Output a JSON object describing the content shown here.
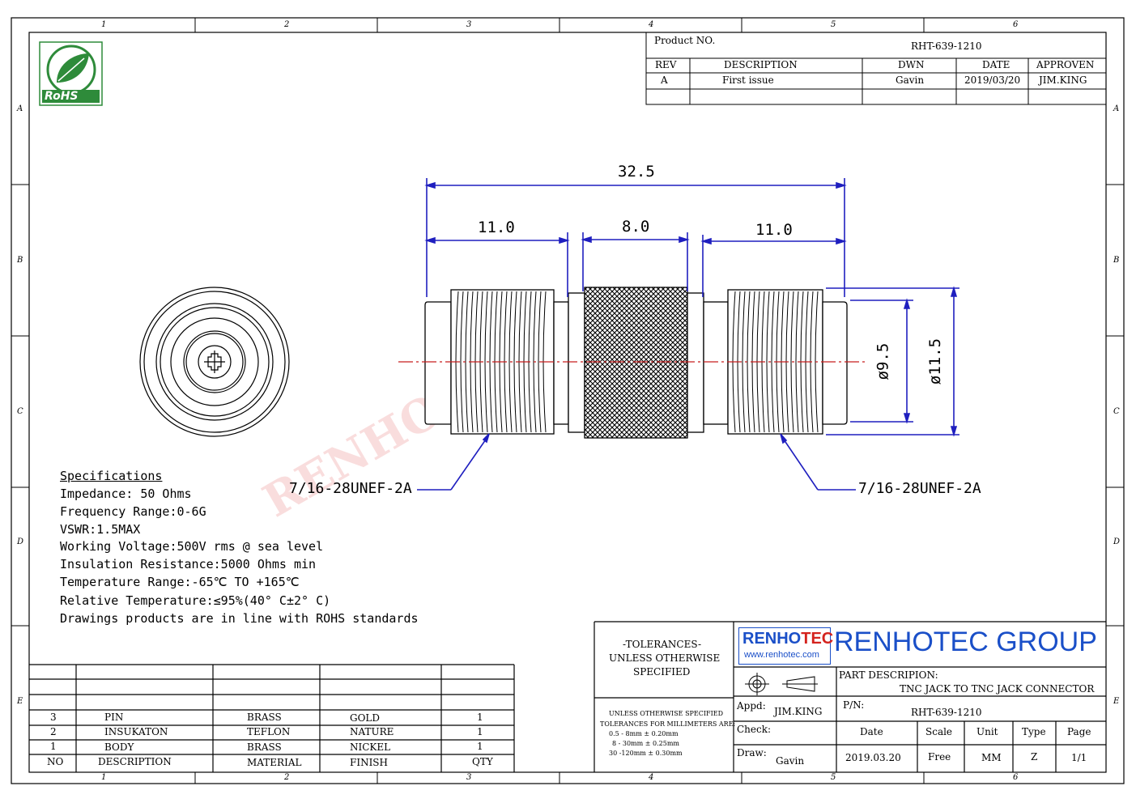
{
  "zones": {
    "top": [
      "1",
      "2",
      "3",
      "4",
      "5",
      "6"
    ],
    "bottom": [
      "1",
      "2",
      "3",
      "4",
      "5",
      "6"
    ],
    "left": [
      "A",
      "B",
      "C",
      "D",
      "E"
    ],
    "right": [
      "A",
      "B",
      "C",
      "D",
      "E"
    ]
  },
  "logo": {
    "text": "RoHS"
  },
  "watermark": "RENHOTEC",
  "header": {
    "product_no_label": "Product NO.",
    "product_no": "RHT-639-1210",
    "columns": [
      "REV",
      "DESCRIPTION",
      "DWN",
      "DATE",
      "APPROVEN"
    ],
    "row": [
      "A",
      "First issue",
      "Gavin",
      "2019/03/20",
      "JIM.KING"
    ]
  },
  "dimensions": {
    "overall": "32.5",
    "left_section": "11.0",
    "middle_section": "8.0",
    "right_section": "11.0",
    "inner_dia": "ø9.5",
    "outer_dia": "ø11.5",
    "thread_left": "7/16-28UNEF-2A",
    "thread_right": "7/16-28UNEF-2A"
  },
  "specifications": {
    "title": "Specifications",
    "lines": [
      "Impedance: 50 Ohms",
      "Frequency Range:0-6G",
      "VSWR:1.5MAX",
      "Working Voltage:500V rms @ sea level",
      "Insulation Resistance:5000 Ohms min",
      "Temperature Range:-65℃ TO +165℃",
      "Relative Temperature:≤95%(40° C±2° C)",
      "Drawings products are in line with ROHS standards"
    ]
  },
  "bom": {
    "rows": [
      [
        "3",
        "PIN",
        "BRASS",
        "GOLD",
        "1"
      ],
      [
        "2",
        "INSUKATON",
        "TEFLON",
        "NATURE",
        "1"
      ],
      [
        "1",
        "BODY",
        "BRASS",
        "NICKEL",
        "1"
      ]
    ],
    "header": [
      "NO",
      "DESCRIPTION",
      "MATERIAL",
      "FINISH",
      "QTY"
    ]
  },
  "title_block": {
    "tolerances": [
      "-TOLERANCES-",
      "UNLESS OTHERWISE",
      "SPECIFIED"
    ],
    "tol_details": [
      "UNLESS OTHERWISE SPECIFIED",
      "TOLERANCES FOR MILLIMETERS ARE:",
      "0.5 - 8mm ± 0.20mm",
      "8 - 30mm ± 0.25mm",
      "30 -120mm ± 0.30mm"
    ],
    "brand_logo": "RENHOTEC",
    "brand_logo_red": "TEC",
    "brand_logo_blue": "RENHO",
    "brand_url": "www.renhotec.com",
    "company": "RENHOTEC GROUP",
    "part_desc_label": "PART DESCRIPION:",
    "part_desc": "TNC JACK TO TNC JACK CONNECTOR",
    "appd_label": "Appd:",
    "appd": "JIM.KING",
    "pn_label": "P/N:",
    "pn": "RHT-639-1210",
    "check_label": "Check:",
    "draw_label": "Draw:",
    "draw": "Gavin",
    "cols": [
      "Date",
      "Scale",
      "Unit",
      "Type",
      "Page"
    ],
    "vals": [
      "2019.03.20",
      "Free",
      "MM",
      "Z",
      "1/1"
    ]
  },
  "colors": {
    "dimension": "#1f1fbf",
    "centerline": "#c81e1e",
    "brand_blue": "#1a4fc8",
    "brand_red": "#d4231e"
  }
}
